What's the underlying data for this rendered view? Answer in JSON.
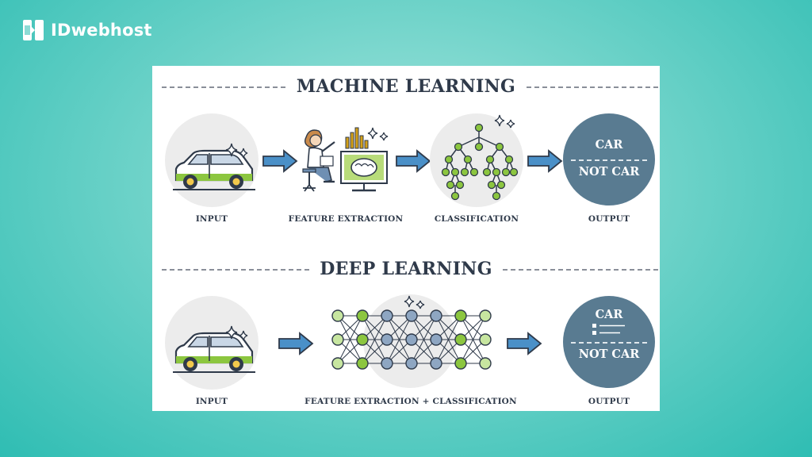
{
  "brand": {
    "name": "IDwebhost",
    "logo_icon": "id-logo-icon"
  },
  "machine_learning": {
    "title": "MACHINE LEARNING",
    "steps": [
      "INPUT",
      "FEATURE EXTRACTION",
      "CLASSIFICATION",
      "OUTPUT"
    ],
    "output": {
      "positive": "CAR",
      "negative": "NOT CAR"
    }
  },
  "deep_learning": {
    "title": "DEEP LEARNING",
    "steps": [
      "INPUT",
      "FEATURE EXTRACTION + CLASSIFICATION",
      "OUTPUT"
    ],
    "output": {
      "positive": "CAR",
      "negative": "NOT CAR"
    }
  },
  "colors": {
    "background": "#2fbdb3",
    "card": "#ffffff",
    "arrow": "#4a90c8",
    "output_circle": "#597b91",
    "accent_green": "#8cc63f",
    "node_blue": "#8ea6c2"
  }
}
